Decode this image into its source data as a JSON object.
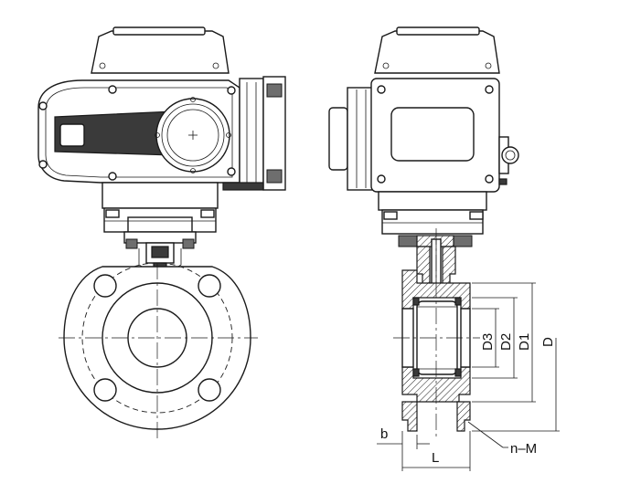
{
  "dimension_labels": {
    "d3": "D3",
    "d2": "D2",
    "d1": "D1",
    "d": "D",
    "b": "b",
    "l": "L",
    "n_m": "n–M"
  }
}
